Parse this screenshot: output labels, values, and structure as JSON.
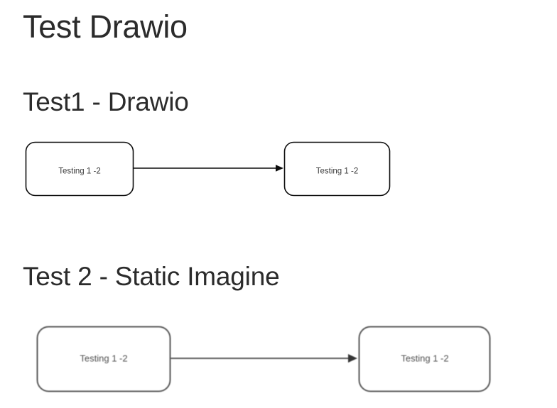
{
  "document": {
    "title": "Test Drawio",
    "background_color": "#ffffff",
    "text_color": "#2b2b2b"
  },
  "sections": [
    {
      "heading": "Test1 - Drawio",
      "diagram_kind": "vector-drawio",
      "stroke_color": "#0d0d0d",
      "label_color": "#3b3b3b",
      "nodes": [
        {
          "label": "Testing 1 -2"
        },
        {
          "label": "Testing 1 -2"
        }
      ],
      "connector": {
        "type": "arrow",
        "direction": "left-to-right"
      }
    },
    {
      "heading": "Test 2 - Static Imagine",
      "diagram_kind": "raster-image",
      "stroke_color": "#545454",
      "label_color": "#4a4a4a",
      "nodes": [
        {
          "label": "Testing 1 -2"
        },
        {
          "label": "Testing 1 -2"
        }
      ],
      "connector": {
        "type": "arrow",
        "direction": "left-to-right"
      }
    }
  ]
}
